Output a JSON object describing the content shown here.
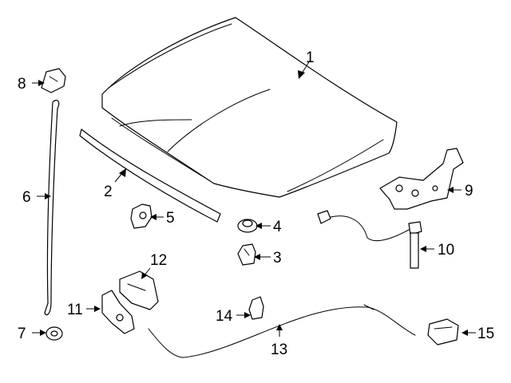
{
  "diagram": {
    "callouts": [
      {
        "id": 1,
        "label": "1"
      },
      {
        "id": 2,
        "label": "2"
      },
      {
        "id": 3,
        "label": "3"
      },
      {
        "id": 4,
        "label": "4"
      },
      {
        "id": 5,
        "label": "5"
      },
      {
        "id": 6,
        "label": "6"
      },
      {
        "id": 7,
        "label": "7"
      },
      {
        "id": 8,
        "label": "8"
      },
      {
        "id": 9,
        "label": "9"
      },
      {
        "id": 10,
        "label": "10"
      },
      {
        "id": 11,
        "label": "11"
      },
      {
        "id": 12,
        "label": "12"
      },
      {
        "id": 13,
        "label": "13"
      },
      {
        "id": 14,
        "label": "14"
      },
      {
        "id": 15,
        "label": "15"
      }
    ],
    "line_color": "#000000",
    "background_color": "#ffffff"
  }
}
